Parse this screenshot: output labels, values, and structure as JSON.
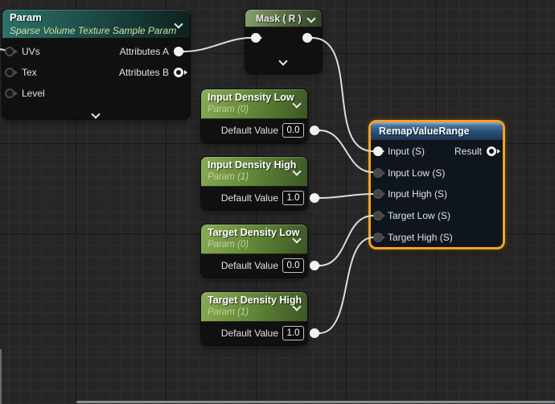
{
  "nodes": {
    "param": {
      "title": "Param",
      "subtitle": "Sparse Volume Texture Sample Param",
      "in0": "UVs",
      "in1": "Tex",
      "in2": "Level",
      "out0": "Attributes A",
      "out1": "Attributes B"
    },
    "mask": {
      "title": "Mask ( R )"
    },
    "values": [
      {
        "title": "Input Density Low",
        "subtitle": "Param (0)",
        "label": "Default Value",
        "value": "0.0"
      },
      {
        "title": "Input Density High",
        "subtitle": "Param (1)",
        "label": "Default Value",
        "value": "1.0"
      },
      {
        "title": "Target Density Low",
        "subtitle": "Param (0)",
        "label": "Default Value",
        "value": "0.0"
      },
      {
        "title": "Target Density High",
        "subtitle": "Param (1)",
        "label": "Default Value",
        "value": "1.0"
      }
    ],
    "remap": {
      "title": "RemapValueRange",
      "in0": "Input (S)",
      "in1": "Input Low (S)",
      "in2": "Input High (S)",
      "in3": "Target Low (S)",
      "in4": "Target High (S)",
      "out0": "Result"
    }
  },
  "icons": {
    "collapse": "chevron-down"
  },
  "colors": {
    "background": "#262626",
    "selection_outline": "#f7a125",
    "param_header": "#2e7169",
    "value_header": "#6f9440",
    "mask_header": "#6f8f5c",
    "remap_header": "#3c6390",
    "wire": "#dcdcdc"
  }
}
